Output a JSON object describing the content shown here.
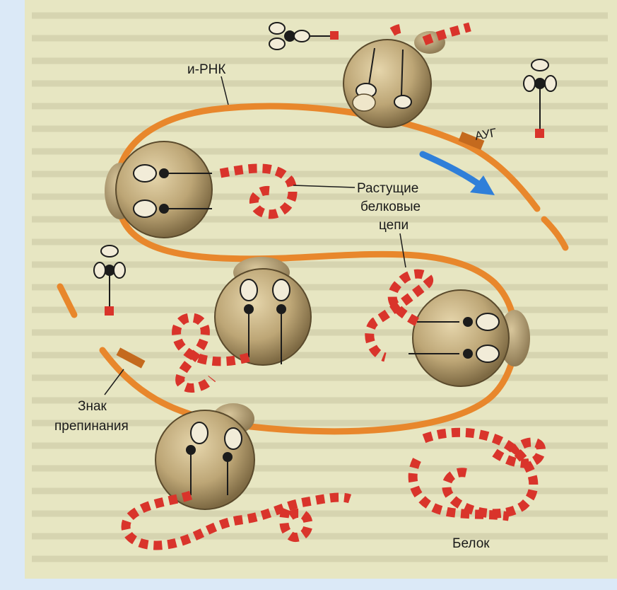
{
  "labels": {
    "mrna": "и-РНК",
    "aug": "АУГ",
    "growing_chains_1": "Растущие",
    "growing_chains_2": "белковые",
    "growing_chains_3": "цепи",
    "stop_sign_1": "Знак",
    "stop_sign_2": "препинания",
    "protein": "Белок"
  },
  "colors": {
    "mrna": "#e8872c",
    "chain": "#d9342b",
    "ribosome_small": "#bfa97a",
    "ribosome_large": "#8e7a52",
    "arrow": "#2f7fd9",
    "trna": "#1c1c1c",
    "page_bg": "#e8e7c0",
    "frame_bg": "#dbe9f7"
  },
  "icons": {
    "ribosome": "ribosome-icon",
    "trna": "trna-icon",
    "direction_arrow": "arrow-icon"
  }
}
